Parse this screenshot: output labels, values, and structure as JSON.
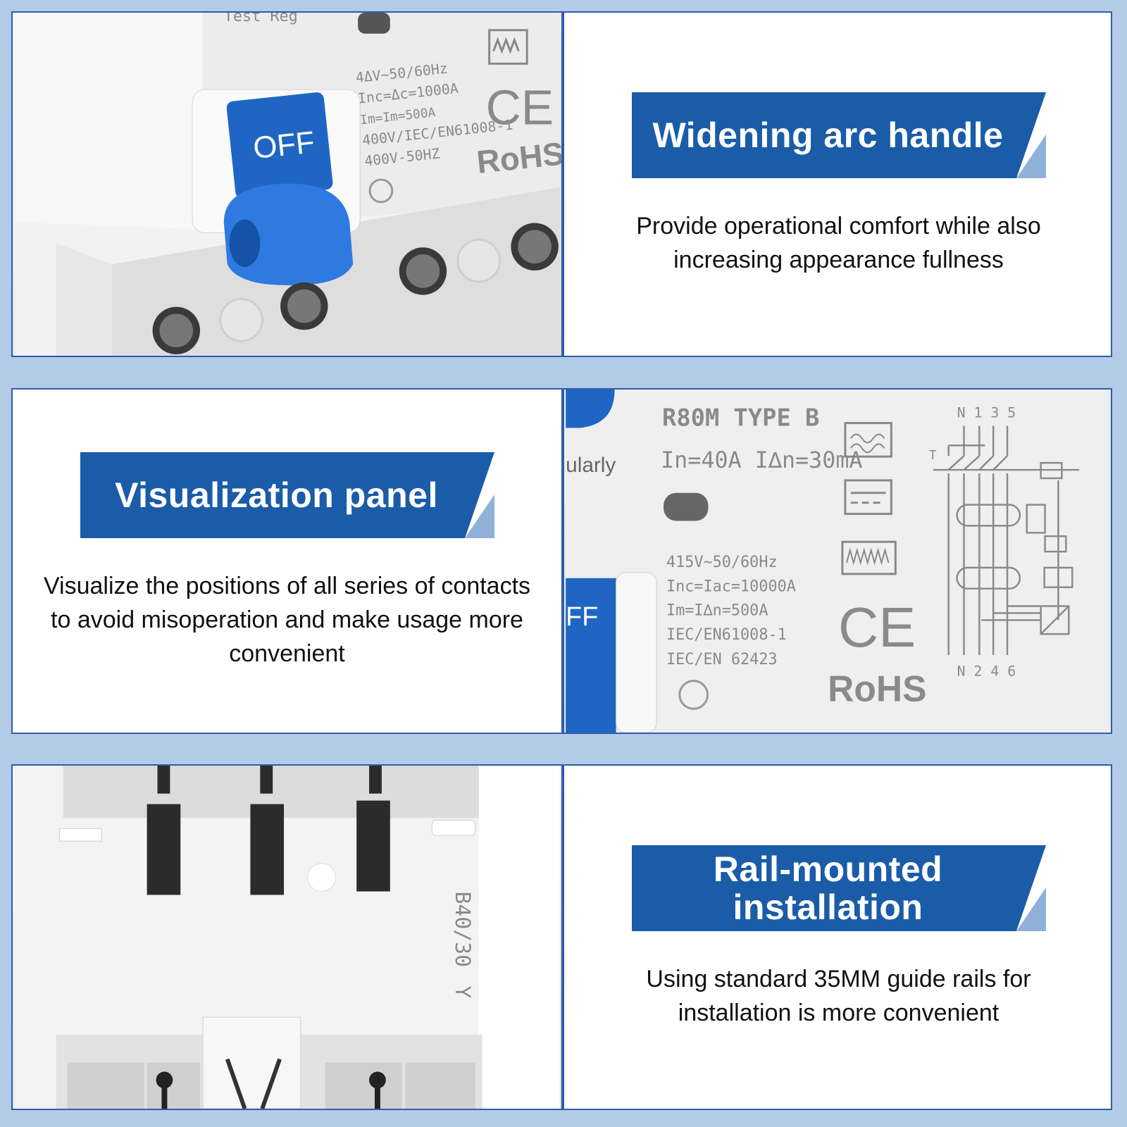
{
  "colors": {
    "page_background": "#b3cbe6",
    "banner_blue": "#1a5ca8",
    "banner_accent": "#8fb0d9",
    "panel_border": "#2f5da8",
    "switch_blue": "#1f66c4"
  },
  "panels": [
    {
      "title": "Widening arc handle",
      "description": "Provide operational comfort while also increasing appearance fullness",
      "photo_texts": {
        "switch_label": "OFF",
        "rating_lines": [
          "4ΔV~50/60Hz",
          "Inc=Δc=1000A",
          "Im=Im=500A",
          "400V/IEC/EN61008-1",
          "400V-50HZ"
        ],
        "marks": [
          "CE",
          "RoHS"
        ],
        "top_text": "Test Reg"
      }
    },
    {
      "title": "Visualization panel",
      "description": "Visualize the positions of all series of contacts to avoid misoperation and make usage more convenient",
      "photo_texts": {
        "model": "R80M  TYPE B",
        "rating": "In=40A I∆n=30mA",
        "side_text": "ularly",
        "switch_label": "FF",
        "spec_lines": [
          "415V~50/60Hz",
          "Inc=Iac=10000A",
          "Im=I∆n=500A",
          "IEC/EN61008-1",
          "IEC/EN 62423"
        ],
        "marks": [
          "CE",
          "RoHS"
        ],
        "terminals_top": "N 1 3 5",
        "terminals_bottom": "N 2 4 6",
        "test_mark": "T"
      }
    },
    {
      "title": "Rail-mounted installation",
      "description": "Using standard 35MM guide rails for installation is more convenient",
      "photo_texts": {
        "side_code": "B40/30",
        "side_letter": "Y"
      }
    }
  ]
}
